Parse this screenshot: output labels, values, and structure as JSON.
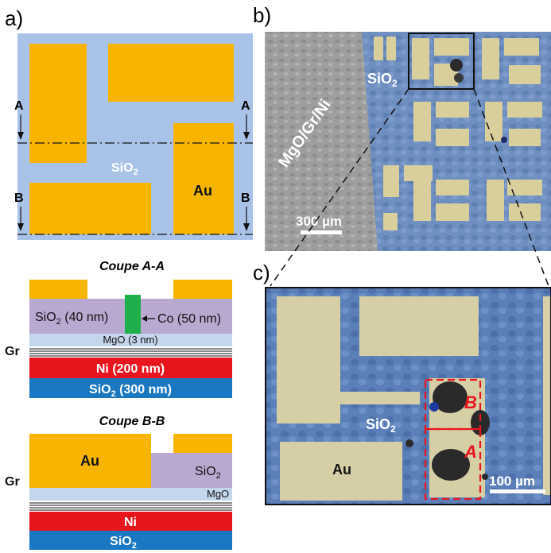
{
  "panels": {
    "a": "a)",
    "b": "b)",
    "c": "c)"
  },
  "panel_a": {
    "line_a": "A",
    "line_b": "B",
    "sio2": "SiO",
    "sio2_sub": "2",
    "au": "Au"
  },
  "section_aa": {
    "title": "Coupe A-A",
    "sio2": "SiO",
    "sio2_sub": "2",
    "sio2_thickness": " (40 nm)",
    "co": "Co (50 nm)",
    "mgo": "MgO (3 nm)",
    "gr": "Gr",
    "ni": "Ni (200 nm)",
    "substrate": "SiO",
    "substrate_sub": "2",
    "substrate_thickness": " (300 nm)"
  },
  "section_bb": {
    "title": "Coupe B-B",
    "au": "Au",
    "sio2": "SiO",
    "sio2_sub": "2",
    "mgo": "MgO",
    "gr": "Gr",
    "ni": "Ni",
    "substrate": "SiO",
    "substrate_sub": "2"
  },
  "panel_b": {
    "stack_label": "MgO/Gr/Ni",
    "sio2": "SiO",
    "sio2_sub": "2",
    "scale": "300 µm"
  },
  "panel_c": {
    "sio2": "SiO",
    "sio2_sub": "2",
    "au": "Au",
    "region_a": "A",
    "region_b": "B",
    "scale": "100 µm"
  },
  "colors": {
    "gold": "#f7b500",
    "sio2_blue": "#a9c3e8",
    "sio2_purple": "#b9a8d0",
    "co_green": "#1faf4b",
    "mgo": "#c4d6ec",
    "ni_red": "#e8141e",
    "substrate_blue": "#1a78c2",
    "marker_red": "#e8141e"
  }
}
